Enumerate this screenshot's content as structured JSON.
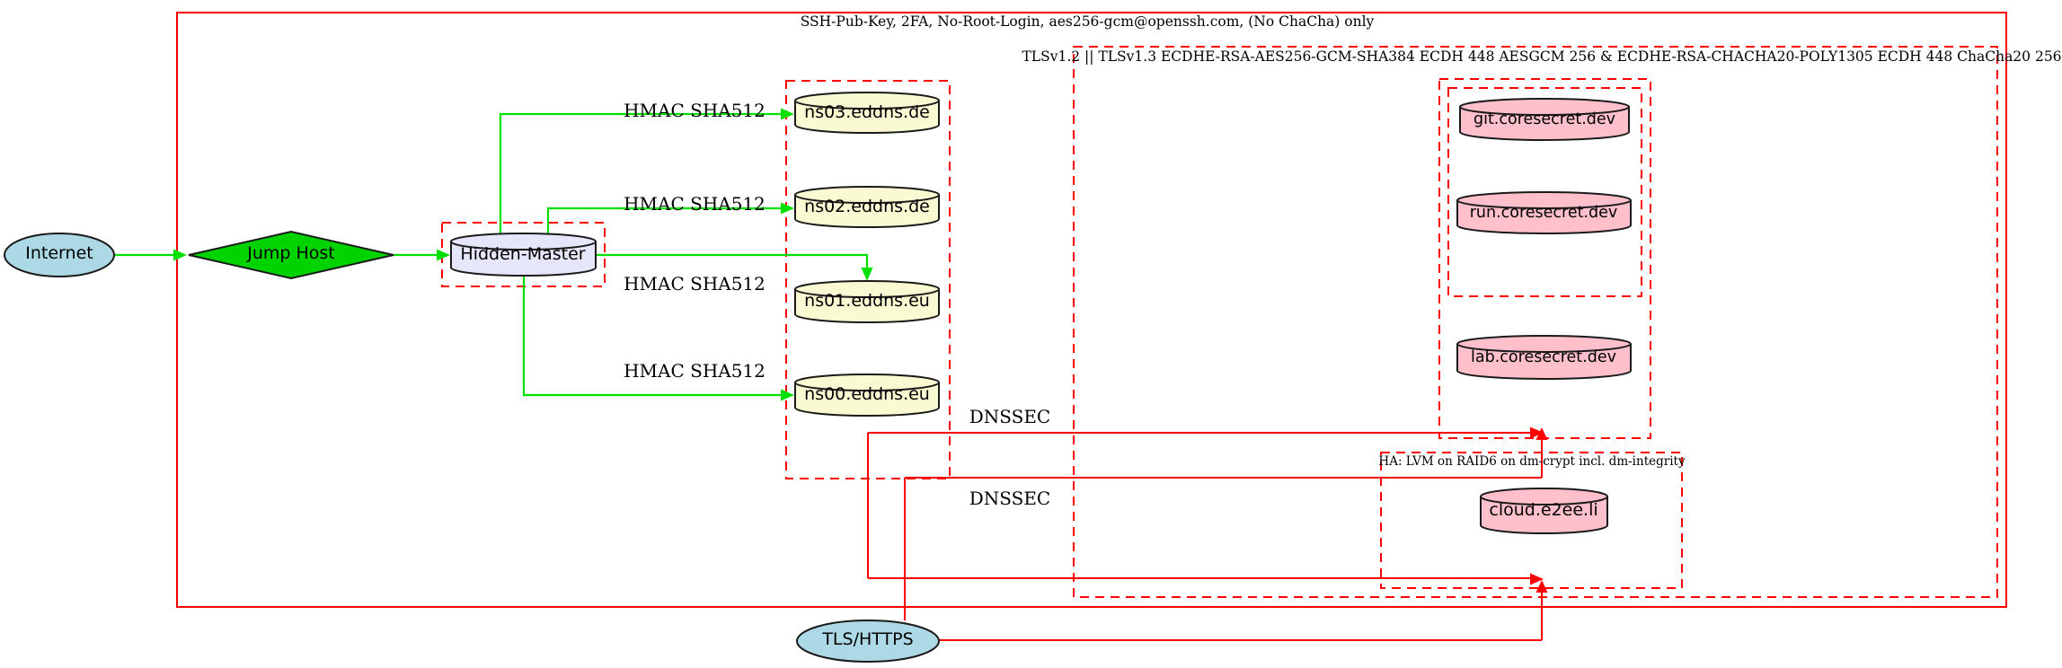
{
  "diagram": {
    "clusters": {
      "ssh": {
        "label": "SSH-Pub-Key, 2FA, No-Root-Login, aes256-gcm@openssh.com, (No ChaCha) only"
      },
      "tls": {
        "label": "TLSv1.2 || TLSv1.3 ECDHE-RSA-AES256-GCM-SHA384 ECDH 448 AESGCM 256 & ECDHE-RSA-CHACHA20-POLY1305 ECDH 448 ChaCha20 256"
      },
      "ha": {
        "label": "HA: LVM on RAID6 on dm-crypt incl. dm-integrity"
      }
    },
    "nodes": {
      "internet": {
        "label": "Internet"
      },
      "jump_host": {
        "label": "Jump Host"
      },
      "hidden_master": {
        "label": "Hidden-Master"
      },
      "ns03": {
        "label": "ns03.eddns.de"
      },
      "ns02": {
        "label": "ns02.eddns.de"
      },
      "ns01": {
        "label": "ns01.eddns.eu"
      },
      "ns00": {
        "label": "ns00.eddns.eu"
      },
      "git": {
        "label": "git.coresecret.dev"
      },
      "run": {
        "label": "run.coresecret.dev"
      },
      "lab": {
        "label": "lab.coresecret.dev"
      },
      "cloud": {
        "label": "cloud.e2ee.li"
      },
      "tls_https": {
        "label": "TLS/HTTPS"
      }
    },
    "edge_labels": {
      "hmac_ns03": "HMAC SHA512",
      "hmac_ns02": "HMAC SHA512",
      "hmac_ns01": "HMAC SHA512",
      "hmac_ns00": "HMAC SHA512",
      "dnssec_top": "DNSSEC",
      "dnssec_bottom": "DNSSEC"
    },
    "colors": {
      "cluster_border": "#ff0000",
      "secure_edge_green": "#00e000",
      "diamond_fill": "#00d300",
      "ellipse_fill": "#add8e6",
      "master_fill": "#e6e6fa",
      "dns_fill": "#fafad2",
      "service_fill": "#ffc0cb",
      "node_stroke": "#1a1a1a"
    }
  }
}
